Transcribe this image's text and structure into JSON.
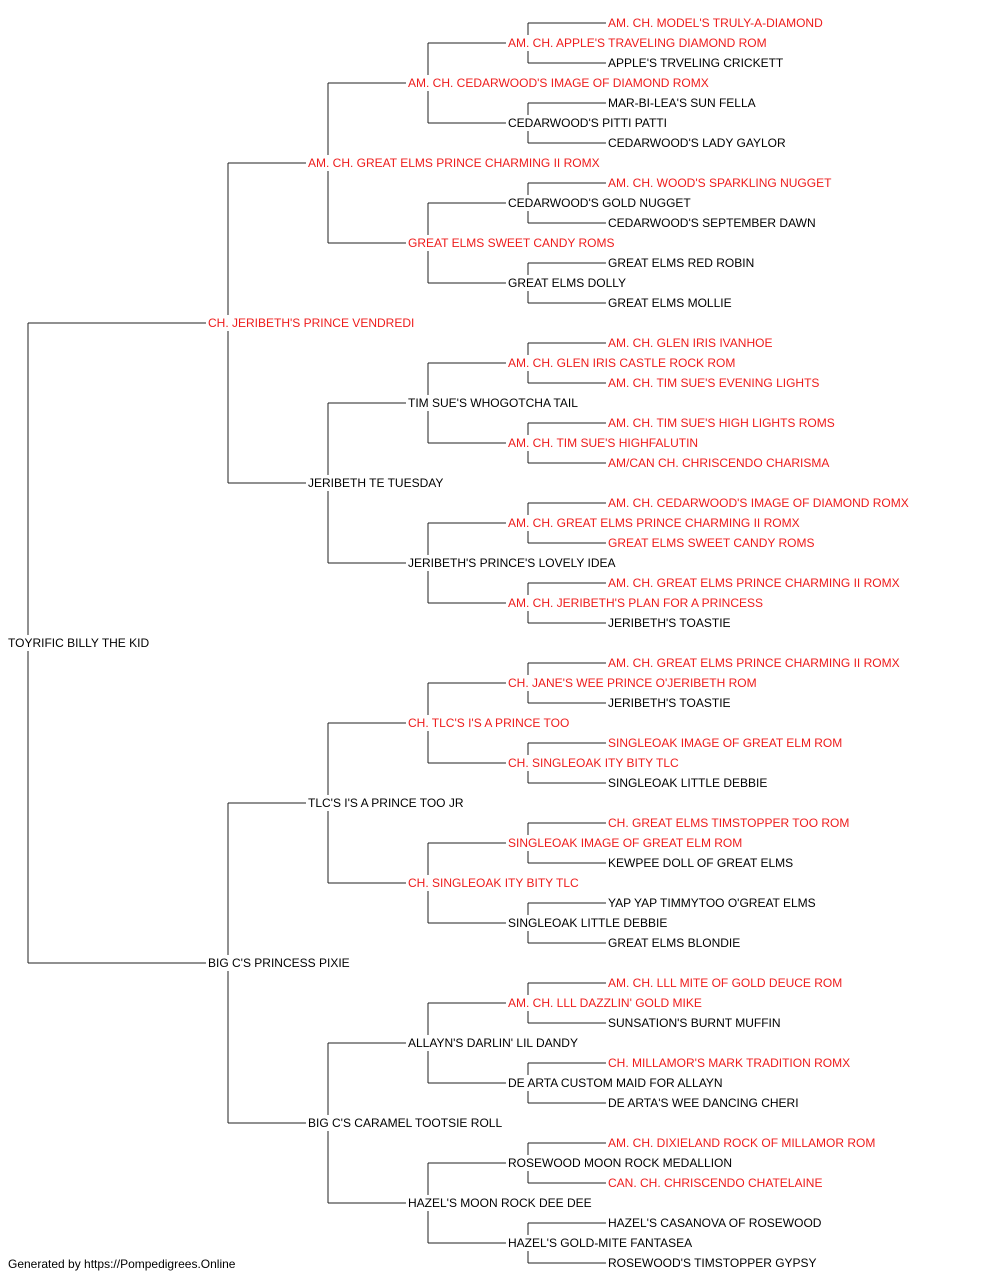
{
  "colors": {
    "titled": "#ee1c1c",
    "plain": "#000000",
    "line": "#222222"
  },
  "subject": {
    "name": "TOYRIFIC BILLY THE KID",
    "titled": false
  },
  "footer": "Generated by https://Pompedigrees.Online",
  "pedigree": {
    "name": "TOYRIFIC BILLY THE KID",
    "titled": false,
    "sire": {
      "name": "CH. JERIBETH'S PRINCE VENDREDI",
      "titled": true,
      "sire": {
        "name": "AM. CH. GREAT ELMS PRINCE CHARMING II ROMX",
        "titled": true,
        "sire": {
          "name": "AM. CH. CEDARWOOD'S IMAGE OF DIAMOND ROMX",
          "titled": true,
          "sire": {
            "name": "AM. CH. APPLE'S TRAVELING DIAMOND ROM",
            "titled": true,
            "sire": {
              "name": "AM. CH. MODEL'S TRULY-A-DIAMOND",
              "titled": true
            },
            "dam": {
              "name": "APPLE'S TRVELING CRICKETT",
              "titled": false
            }
          },
          "dam": {
            "name": "CEDARWOOD'S PITTI PATTI",
            "titled": false,
            "sire": {
              "name": "MAR-BI-LEA'S SUN FELLA",
              "titled": false
            },
            "dam": {
              "name": "CEDARWOOD'S LADY GAYLOR",
              "titled": false
            }
          }
        },
        "dam": {
          "name": "GREAT ELMS SWEET CANDY ROMS",
          "titled": true,
          "sire": {
            "name": "CEDARWOOD'S GOLD NUGGET",
            "titled": false,
            "sire": {
              "name": "AM. CH. WOOD'S SPARKLING NUGGET",
              "titled": true
            },
            "dam": {
              "name": "CEDARWOOD'S SEPTEMBER DAWN",
              "titled": false
            }
          },
          "dam": {
            "name": "GREAT ELMS DOLLY",
            "titled": false,
            "sire": {
              "name": "GREAT ELMS RED ROBIN",
              "titled": false
            },
            "dam": {
              "name": "GREAT ELMS MOLLIE",
              "titled": false
            }
          }
        }
      },
      "dam": {
        "name": "JERIBETH TE TUESDAY",
        "titled": false,
        "sire": {
          "name": "TIM SUE'S WHOGOTCHA TAIL",
          "titled": false,
          "sire": {
            "name": "AM. CH. GLEN IRIS CASTLE ROCK ROM",
            "titled": true,
            "sire": {
              "name": "AM. CH. GLEN IRIS IVANHOE",
              "titled": true
            },
            "dam": {
              "name": "AM. CH. TIM SUE'S EVENING LIGHTS",
              "titled": true
            }
          },
          "dam": {
            "name": "AM. CH. TIM SUE'S HIGHFALUTIN",
            "titled": true,
            "sire": {
              "name": "AM. CH. TIM SUE'S HIGH LIGHTS ROMS",
              "titled": true
            },
            "dam": {
              "name": "AM/CAN CH. CHRISCENDO CHARISMA",
              "titled": true
            }
          }
        },
        "dam": {
          "name": "JERIBETH'S PRINCE'S LOVELY IDEA",
          "titled": false,
          "sire": {
            "name": "AM. CH. GREAT ELMS PRINCE CHARMING II ROMX",
            "titled": true,
            "sire": {
              "name": "AM. CH. CEDARWOOD'S IMAGE OF DIAMOND ROMX",
              "titled": true
            },
            "dam": {
              "name": "GREAT ELMS SWEET CANDY ROMS",
              "titled": true
            }
          },
          "dam": {
            "name": "AM. CH. JERIBETH'S PLAN FOR A PRINCESS",
            "titled": true,
            "sire": {
              "name": "AM. CH. GREAT ELMS PRINCE CHARMING II ROMX",
              "titled": true
            },
            "dam": {
              "name": "JERIBETH'S TOASTIE",
              "titled": false
            }
          }
        }
      }
    },
    "dam": {
      "name": "BIG C'S PRINCESS PIXIE",
      "titled": false,
      "sire": {
        "name": "TLC'S I'S A PRINCE TOO JR",
        "titled": false,
        "sire": {
          "name": "CH. TLC'S I'S A PRINCE TOO",
          "titled": true,
          "sire": {
            "name": "CH. JANE'S WEE PRINCE O'JERIBETH ROM",
            "titled": true,
            "sire": {
              "name": "AM. CH. GREAT ELMS PRINCE CHARMING II ROMX",
              "titled": true
            },
            "dam": {
              "name": "JERIBETH'S TOASTIE",
              "titled": false
            }
          },
          "dam": {
            "name": "CH. SINGLEOAK ITY BITY TLC",
            "titled": true,
            "sire": {
              "name": "SINGLEOAK IMAGE OF GREAT ELM ROM",
              "titled": true
            },
            "dam": {
              "name": "SINGLEOAK LITTLE DEBBIE",
              "titled": false
            }
          }
        },
        "dam": {
          "name": "CH. SINGLEOAK ITY BITY TLC",
          "titled": true,
          "sire": {
            "name": "SINGLEOAK IMAGE OF GREAT ELM ROM",
            "titled": true,
            "sire": {
              "name": "CH. GREAT ELMS TIMSTOPPER TOO ROM",
              "titled": true
            },
            "dam": {
              "name": "KEWPEE DOLL OF GREAT ELMS",
              "titled": false
            }
          },
          "dam": {
            "name": "SINGLEOAK LITTLE DEBBIE",
            "titled": false,
            "sire": {
              "name": "YAP YAP TIMMYTOO O'GREAT ELMS",
              "titled": false
            },
            "dam": {
              "name": "GREAT ELMS BLONDIE",
              "titled": false
            }
          }
        }
      },
      "dam": {
        "name": "BIG C'S CARAMEL TOOTSIE ROLL",
        "titled": false,
        "sire": {
          "name": "ALLAYN'S DARLIN' LIL DANDY",
          "titled": false,
          "sire": {
            "name": "AM. CH. LLL DAZZLIN' GOLD MIKE",
            "titled": true,
            "sire": {
              "name": "AM. CH. LLL MITE OF GOLD DEUCE ROM",
              "titled": true
            },
            "dam": {
              "name": "SUNSATION'S BURNT MUFFIN",
              "titled": false
            }
          },
          "dam": {
            "name": "DE ARTA CUSTOM MAID FOR ALLAYN",
            "titled": false,
            "sire": {
              "name": "CH. MILLAMOR'S MARK TRADITION ROMX",
              "titled": true
            },
            "dam": {
              "name": "DE ARTA'S WEE DANCING CHERI",
              "titled": false
            }
          }
        },
        "dam": {
          "name": "HAZEL'S MOON ROCK DEE DEE",
          "titled": false,
          "sire": {
            "name": "ROSEWOOD MOON ROCK MEDALLION",
            "titled": false,
            "sire": {
              "name": "AM. CH. DIXIELAND ROCK OF MILLAMOR ROM",
              "titled": true
            },
            "dam": {
              "name": "CAN. CH. CHRISCENDO CHATELAINE",
              "titled": true
            }
          },
          "dam": {
            "name": "HAZEL'S GOLD-MITE FANTASEA",
            "titled": false,
            "sire": {
              "name": "HAZEL'S CASANOVA OF ROSEWOOD",
              "titled": false
            },
            "dam": {
              "name": "ROSEWOOD'S TIMSTOPPER GYPSY",
              "titled": false
            }
          }
        }
      }
    }
  }
}
